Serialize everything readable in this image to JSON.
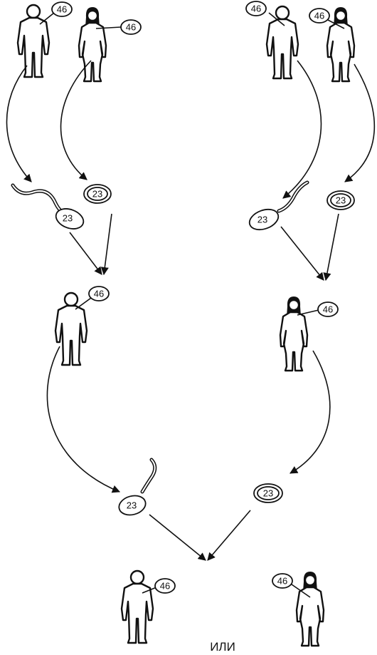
{
  "diagram": {
    "grandparents_left": {
      "man_chromosomes": "46",
      "woman_chromosomes": "46"
    },
    "grandparents_right": {
      "man_chromosomes": "46",
      "woman_chromosomes": "46"
    },
    "gametes_gen1_left": {
      "sperm": "23",
      "egg": "23"
    },
    "gametes_gen1_right": {
      "sperm": "23",
      "egg": "23"
    },
    "parents": {
      "father_chromosomes": "46",
      "mother_chromosomes": "46"
    },
    "gametes_gen2": {
      "sperm": "23",
      "egg": "23"
    },
    "children": {
      "boy_chromosomes": "46",
      "girl_chromosomes": "46",
      "or_label": "ИЛИ"
    }
  }
}
